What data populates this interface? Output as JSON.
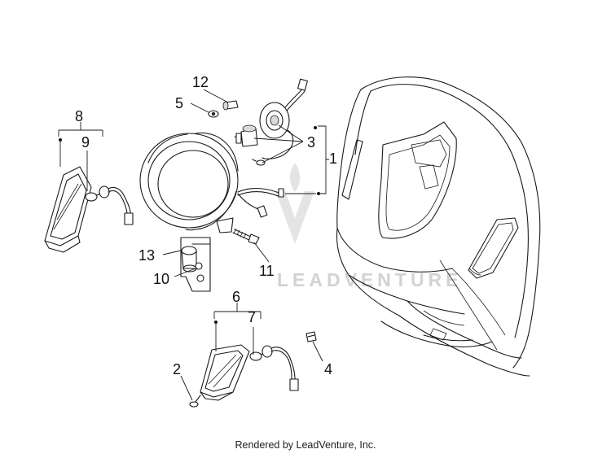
{
  "diagram": {
    "callouts": {
      "c1": "1",
      "c2": "2",
      "c3": "3",
      "c4": "4",
      "c5": "5",
      "c6": "6",
      "c7": "7",
      "c8": "8",
      "c9": "9",
      "c10": "10",
      "c11": "11",
      "c12": "12",
      "c13": "13"
    },
    "watermark_text": "LEADVENTURE"
  },
  "footer": {
    "text": "Rendered by LeadVenture, Inc."
  }
}
